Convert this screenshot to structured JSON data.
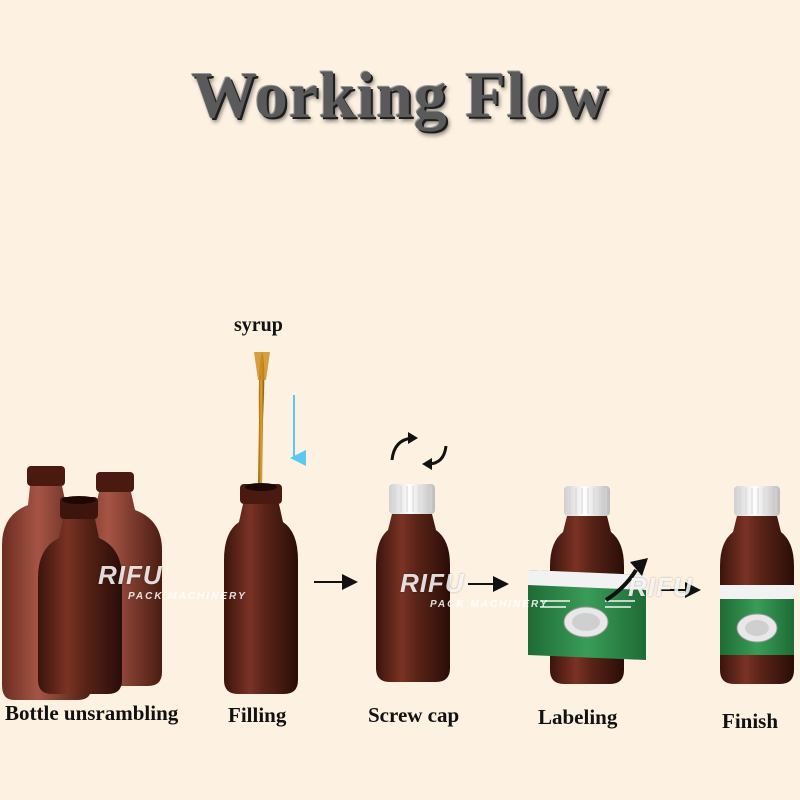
{
  "title": "Working Flow",
  "syrup_label": "syrup",
  "steps": [
    {
      "label": "Bottle unsrambling"
    },
    {
      "label": "Filling"
    },
    {
      "label": "Screw cap"
    },
    {
      "label": "Labeling"
    },
    {
      "label": "Finish"
    }
  ],
  "watermark": {
    "main": "RIFU",
    "sub": "PACK   MACHINERY"
  },
  "colors": {
    "background": "#fdf1e1",
    "bottle": "#5a2418",
    "cap": "#ffffff",
    "label": "#2f8a4a",
    "syrup": "#c98a1a",
    "flow_arrow": "#5bc8f0"
  }
}
